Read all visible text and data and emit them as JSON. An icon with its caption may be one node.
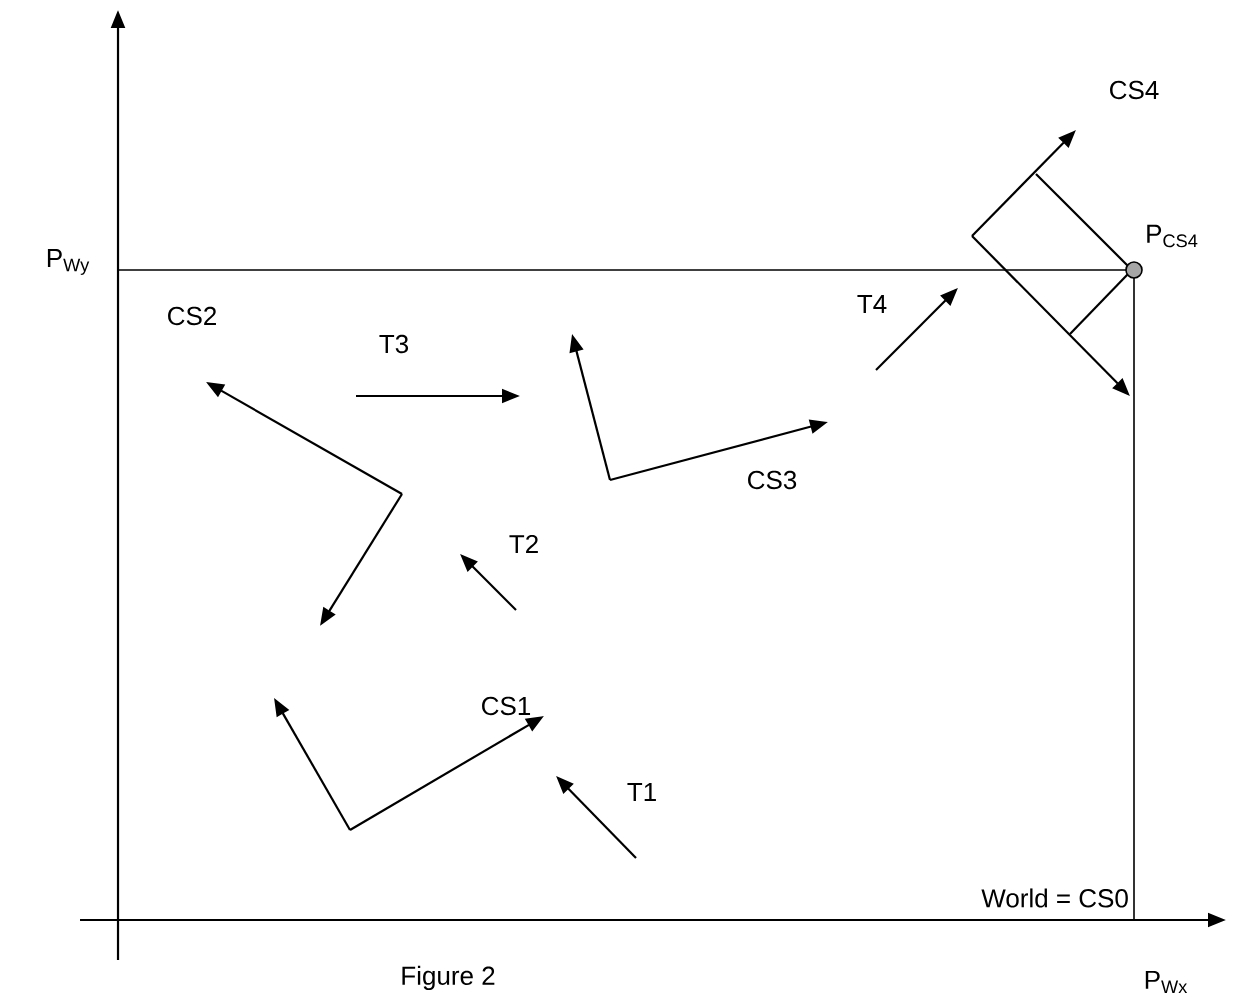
{
  "diagram": {
    "caption": "Figure 2",
    "labels": [
      "P$_{Wy}$",
      "CS4",
      "P$_{CS4}$",
      "CS2",
      "T3",
      "T4",
      "CS3",
      "T2",
      "CS1",
      "T1",
      "World = CS0",
      "P$_{Wx}$"
    ]
  }
}
